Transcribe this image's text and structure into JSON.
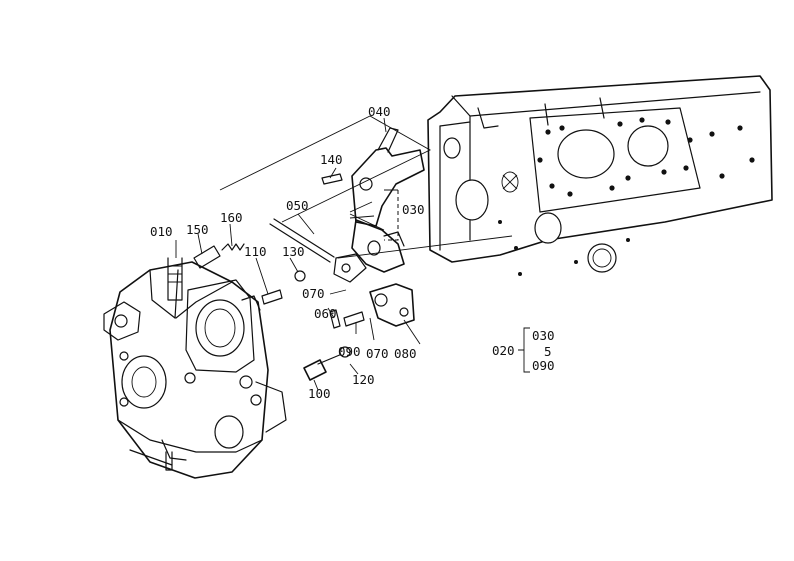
{
  "part_labels": {
    "p010": "010",
    "p020": "020",
    "p030": "030",
    "p040": "040",
    "p050": "050",
    "p060": "060",
    "p070a": "070",
    "p070b": "070",
    "p080": "080",
    "p090": "090",
    "p100": "100",
    "p110": "110",
    "p120": "120",
    "p130": "130",
    "p140": "140",
    "p150": "150",
    "p160": "160"
  },
  "group_key": {
    "label": "020",
    "range_start": "030",
    "range_sep": "5",
    "range_end": "090"
  }
}
